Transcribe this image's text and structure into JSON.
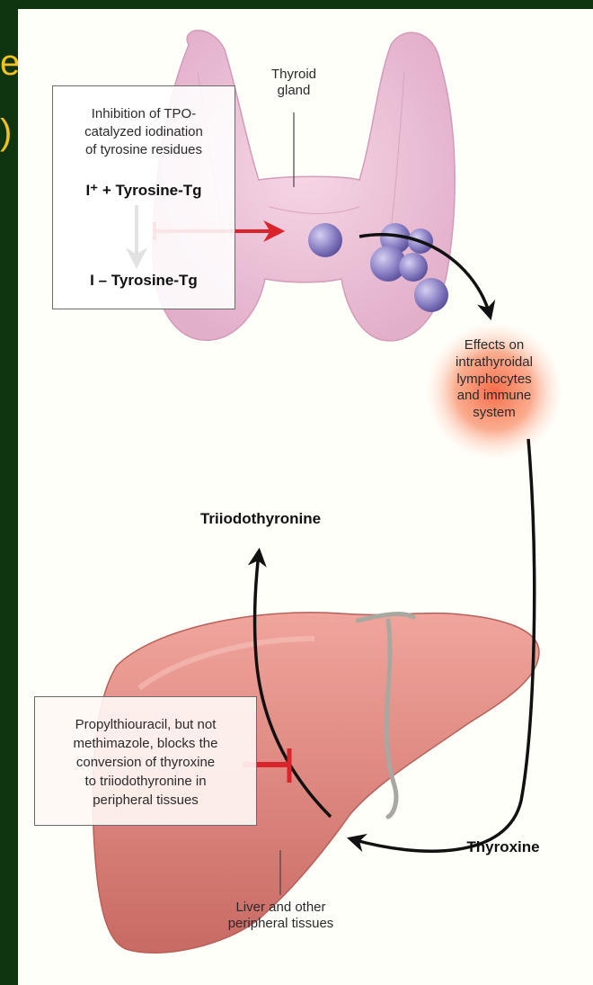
{
  "slide": {
    "fragment_top": "e",
    "fragment_bottom": ")"
  },
  "inhibition_box": {
    "caption_line1": "Inhibition of TPO-",
    "caption_line2": "catalyzed iodination",
    "caption_line3": "of tyrosine residues",
    "reactant": "I⁺ + Tyrosine-Tg",
    "product": "I – Tyrosine-Tg"
  },
  "thyroid_label": {
    "line1": "Thyroid",
    "line2": "gland"
  },
  "effects_label": {
    "line1": "Effects on",
    "line2": "intrathyroidal",
    "line3": "lymphocytes",
    "line4": "and immune",
    "line5": "system"
  },
  "triiodothyronine_label": "Triiodothyronine",
  "thyroxine_label": "Thyroxine",
  "ptu_box": {
    "line1": "Propylthiouracil, but not",
    "line2": "methimazole, blocks the",
    "line3": "conversion of thyroxine",
    "line4": "to triiodothyronine in",
    "line5": "peripheral tissues"
  },
  "liver_label": {
    "line1": "Liver and other",
    "line2": "peripheral tissues"
  },
  "colors": {
    "background": "#0f3410",
    "panel": "#fffffa",
    "slide_text": "#f2c020",
    "inhibit_red": "#d8242a",
    "thyroid": "#efc6dc",
    "liver": "#e28d86",
    "cell": "#9288c8",
    "glow": "#f26b4a"
  }
}
